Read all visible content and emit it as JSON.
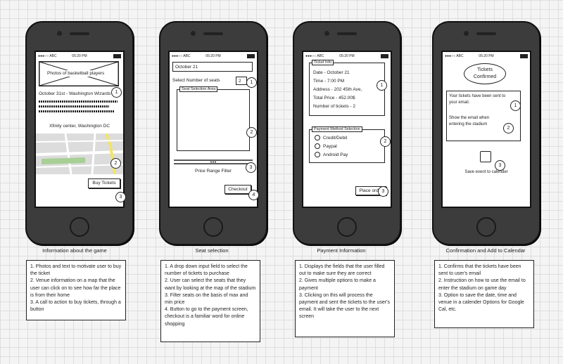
{
  "status": {
    "carrier": "ABC",
    "time": "05:20 PM"
  },
  "screens": [
    {
      "photo_label": "Photos of basketball players",
      "event_title": "October 31st - Washington Wizards",
      "venue": "Xfinity center, Washington DC",
      "buy_button": "Buy Tickets",
      "markers": [
        "1",
        "2",
        "3"
      ],
      "caption": "Information about the game",
      "notes": [
        "1. Photos and text to motivate user to buy the ticket",
        "2. Venue information on a map that the user can click on to see how far the place is from their home",
        "3. A call to action to buy tickets, through a button"
      ]
    },
    {
      "date_value": "October 21",
      "seats_label": "Select Number of seats",
      "seats_value": "2",
      "area_label": "Seat Selection Area",
      "filter_label": "Price Range Filter",
      "checkout_button": "Checkout",
      "markers": [
        "1",
        "2",
        "3",
        "4"
      ],
      "caption": "Seat selection",
      "notes": [
        "1. A drop down input field to select the number of tickets to purchase",
        "2. User can select the seats that they want by looking at the map of the stadium",
        "3. Filter seats on the basis of max and min price",
        "4. Button to go to the payment screen, checkout is a familiar word for online shopping"
      ]
    },
    {
      "info_legend": "Ticket Info",
      "info_lines": [
        "Date - October 21",
        "Time - 7:00 PM",
        "Address - 202 45th Ave,",
        "Total Price - 452.00$",
        "Number of tickets - 2"
      ],
      "payment_legend": "Payment Method Selection",
      "payment_options": [
        "Credit/Debit",
        "Paypal",
        "Android Pay"
      ],
      "place_order_button": "Place order",
      "markers": [
        "1",
        "2",
        "3"
      ],
      "caption": "Payment Information",
      "notes": [
        "1. Displays the fields that the user filled out to make sure they are correct",
        "2. Gives multiple options to make a payment",
        "3. Clicking on this will process the payment and sent the tickets to the user's email. It will take the user to the next screen"
      ]
    },
    {
      "badge_line1": "Tickets",
      "badge_line2": "Confirmed",
      "msg1": "Your tickets have been sent to your email.",
      "msg2": "Show the email when entering the stadium",
      "save_label": "Save event to calender",
      "markers": [
        "1",
        "2",
        "3"
      ],
      "caption": "Confirmation and Add to Calendar",
      "notes": [
        "1. Confirms that the tickets have been sent to user's email",
        "2. Instruction on how to use the email to enter the stadium on game day",
        "3. Option to save the date, time and venue in a calender Options for Google Cal, etc."
      ]
    }
  ]
}
